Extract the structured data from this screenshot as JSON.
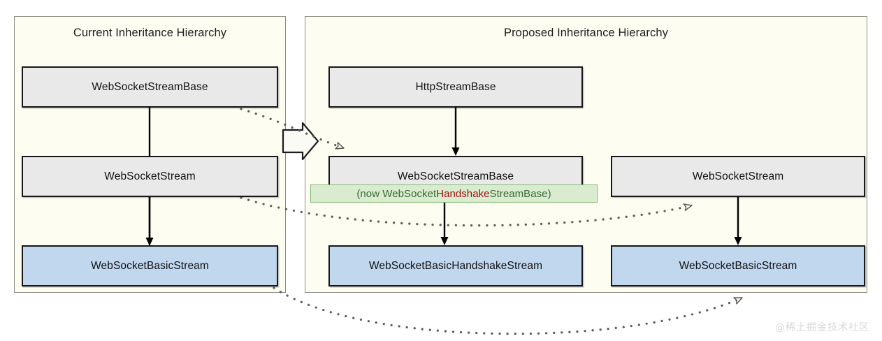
{
  "diagram": {
    "type": "inheritance-hierarchy-comparison",
    "page_background": "#ffffff",
    "panel_background": "#fefdf2",
    "node_fill_default": "#e9e9e9",
    "node_fill_highlight": "#c0d7ee",
    "annotation_fill": "#d9ecd0",
    "annotation_border": "#86b877",
    "annotation_text_color": "#3a6b33",
    "annotation_emphasis_color": "#9e1212",
    "connector_solid_color": "#000000",
    "connector_dotted_color": "#5a5a5a"
  },
  "panels": [
    {
      "id": "current",
      "title": "Current Inheritance Hierarchy",
      "nodes": [
        {
          "id": "cur-base",
          "label": "WebSocketStreamBase",
          "fill": "gray"
        },
        {
          "id": "cur-stream",
          "label": "WebSocketStream",
          "fill": "gray"
        },
        {
          "id": "cur-basic",
          "label": "WebSocketBasicStream",
          "fill": "blue"
        }
      ]
    },
    {
      "id": "proposed",
      "title": "Proposed Inheritance Hierarchy",
      "nodes": [
        {
          "id": "prop-http",
          "label": "HttpStreamBase",
          "fill": "gray"
        },
        {
          "id": "prop-wssbase",
          "label": "WebSocketStreamBase",
          "fill": "gray"
        },
        {
          "id": "prop-wsbhs",
          "label": "WebSocketBasicHandshakeStream",
          "fill": "blue"
        },
        {
          "id": "prop-wsstream",
          "label": "WebSocketStream",
          "fill": "gray"
        },
        {
          "id": "prop-wsbasic",
          "label": "WebSocketBasicStream",
          "fill": "blue"
        }
      ],
      "annotation": {
        "prefix": "(now WebSocket",
        "emphasis": "Handshake",
        "suffix": "StreamBase)",
        "full_text": "(now WebSocketHandshakeStreamBase)"
      }
    }
  ],
  "connectors": {
    "inheritance_solid": [
      {
        "from": "cur-base",
        "to": "cur-stream"
      },
      {
        "from": "cur-stream",
        "to": "cur-basic"
      },
      {
        "from": "prop-http",
        "to": "prop-wssbase"
      },
      {
        "from": "prop-wssbase",
        "to": "prop-wsbhs"
      },
      {
        "from": "prop-wsstream",
        "to": "prop-wsbasic"
      }
    ],
    "mapping_dotted": [
      {
        "from": "cur-base",
        "to": "prop-wssbase",
        "arrowhead": "hollow-triangle"
      },
      {
        "from": "cur-stream",
        "to": "prop-wsstream",
        "arrowhead": "hollow-triangle"
      },
      {
        "from": "cur-basic",
        "to": "prop-wsbasic",
        "arrowhead": "hollow-triangle"
      }
    ],
    "transition_block_arrow": {
      "direction": "right",
      "style": "white-block-arrow"
    }
  },
  "watermark": {
    "text": "@稀土掘金技术社区"
  }
}
